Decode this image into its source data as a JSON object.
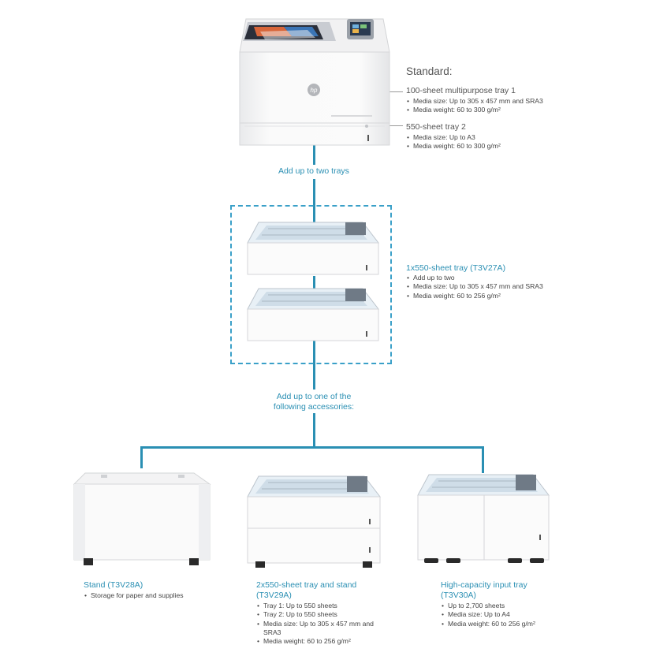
{
  "colors": {
    "accent": "#2a8fb3",
    "dash": "#3aa0c8"
  },
  "standard": {
    "heading": "Standard:",
    "tray1": {
      "title": "100-sheet multipurpose tray 1",
      "bullets": [
        "Media size: Up to 305 x 457 mm and SRA3",
        "Media weight: 60 to 300 g/m²"
      ]
    },
    "tray2": {
      "title": "550-sheet tray 2",
      "bullets": [
        "Media size: Up to A3",
        "Media weight: 60 to 300 g/m²"
      ]
    }
  },
  "connectors": {
    "add_two": "Add up to two trays",
    "add_one": [
      "Add up to one of the",
      "following accessories:"
    ]
  },
  "tray550": {
    "title": "1x550-sheet tray (T3V27A)",
    "bullets": [
      "Add up to two",
      "Media size: Up to 305 x 457 mm and SRA3",
      "Media weight: 60 to 256 g/m²"
    ]
  },
  "accessories": {
    "stand": {
      "title": "Stand (T3V28A)",
      "bullets": [
        "Storage for paper and supplies"
      ]
    },
    "tray_stand": {
      "title_lines": [
        "2x550-sheet tray and stand",
        "(T3V29A)"
      ],
      "bullets": [
        "Tray 1: Up to 550 sheets",
        "Tray 2: Up to 550 sheets",
        "Media size: Up to 305 x 457 mm and SRA3",
        "Media weight: 60 to 256 g/m²"
      ]
    },
    "hci": {
      "title_lines": [
        "High-capacity input tray",
        "(T3V30A)"
      ],
      "bullets": [
        "Up to 2,700 sheets",
        "Media size: Up to A4",
        "Media weight: 60 to 256 g/m²"
      ]
    }
  },
  "icons": {
    "printer": "printer-icon",
    "tray": "paper-tray-icon",
    "stand": "cabinet-stand-icon",
    "hci": "high-capacity-tray-icon",
    "brand": "hp-logo-icon"
  }
}
